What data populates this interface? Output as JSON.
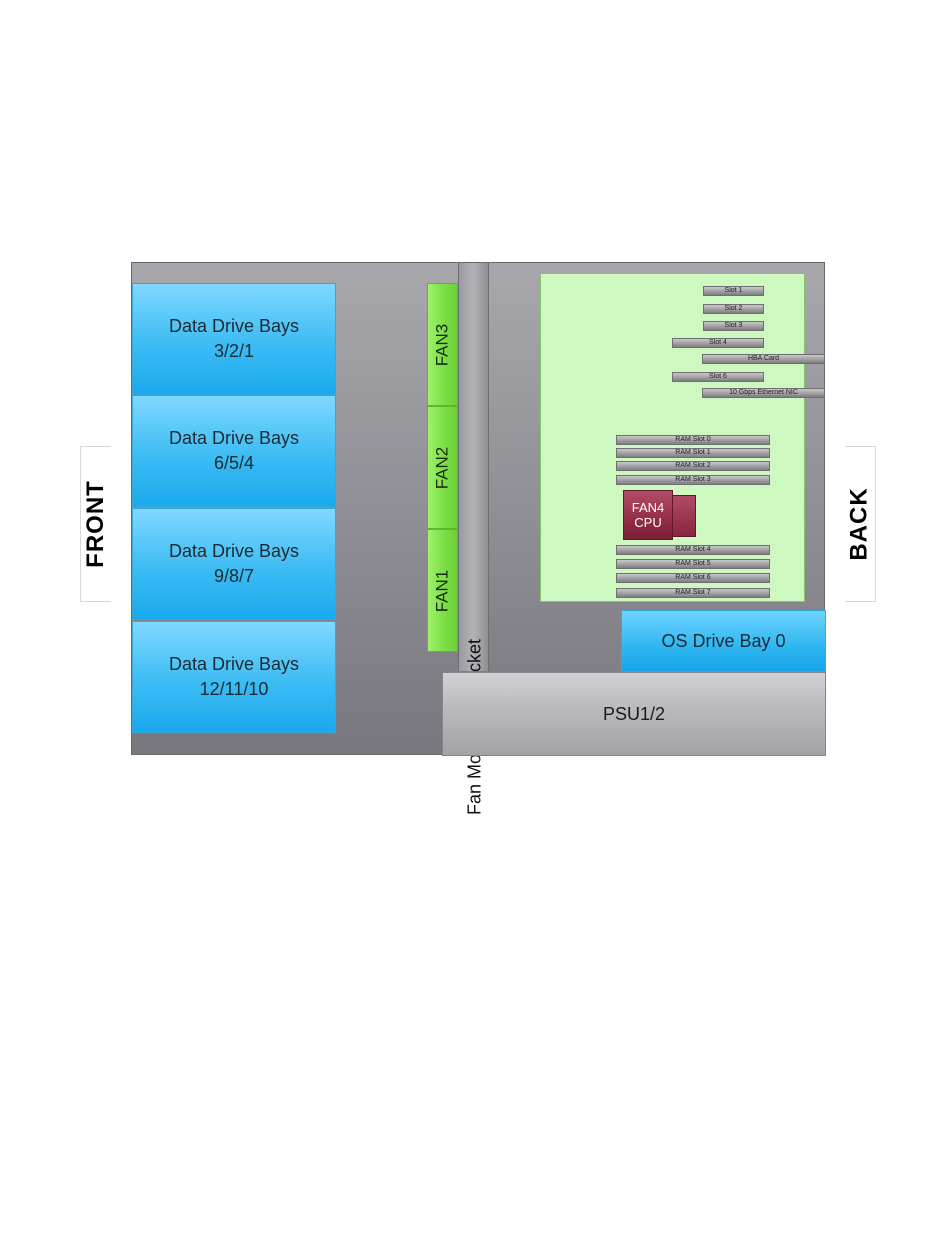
{
  "labels": {
    "front": "FRONT",
    "back": "BACK"
  },
  "drive_bays": [
    {
      "title": "Data Drive Bays",
      "numbers": "3/2/1"
    },
    {
      "title": "Data Drive Bays",
      "numbers": "6/5/4"
    },
    {
      "title": "Data Drive Bays",
      "numbers": "9/8/7"
    },
    {
      "title": "Data Drive Bays",
      "numbers": "12/11/10"
    }
  ],
  "fans": [
    "FAN3",
    "FAN2",
    "FAN1"
  ],
  "bracket_label": "Fan Mounting Bracket",
  "expansion_slots": [
    "Slot 1",
    "Slot 2",
    "Slot 3",
    "Slot 4",
    "HBA Card",
    "Slot 6",
    "10 Gbps Ethernet NIC"
  ],
  "ram_slots": [
    "RAM Slot 0",
    "RAM Slot 1",
    "RAM Slot 2",
    "RAM Slot 3",
    "RAM Slot 4",
    "RAM Slot 5",
    "RAM Slot 6",
    "RAM Slot 7"
  ],
  "cpu": {
    "line1": "FAN4",
    "line2": "CPU"
  },
  "os_bay": "OS Drive Bay 0",
  "psu": "PSU1/2",
  "colors": {
    "drive_bay": "#3cbcf3",
    "fan": "#7fe048",
    "motherboard": "#cdf9c0",
    "cpu": "#922c47",
    "chassis": "#8f8f95",
    "psu": "#b9b9bd"
  }
}
